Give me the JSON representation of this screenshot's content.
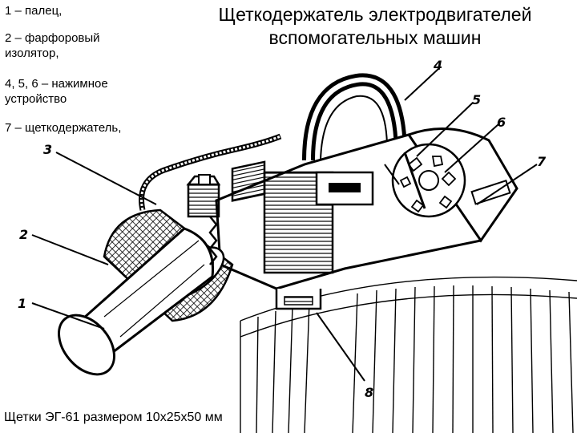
{
  "title": "Щеткодержатель электродвигателей вспомогательных машин",
  "legend": [
    "1 – палец,",
    "2 – фарфоровый изолятор,",
    "4, 5, 6 – нажимное устройство",
    "7 – щеткодержатель,"
  ],
  "callouts": [
    "1",
    "2",
    "3",
    "4",
    "5",
    "6",
    "7",
    "8"
  ],
  "caption": "Щетки ЭГ-61 размером 10х25х50 мм"
}
